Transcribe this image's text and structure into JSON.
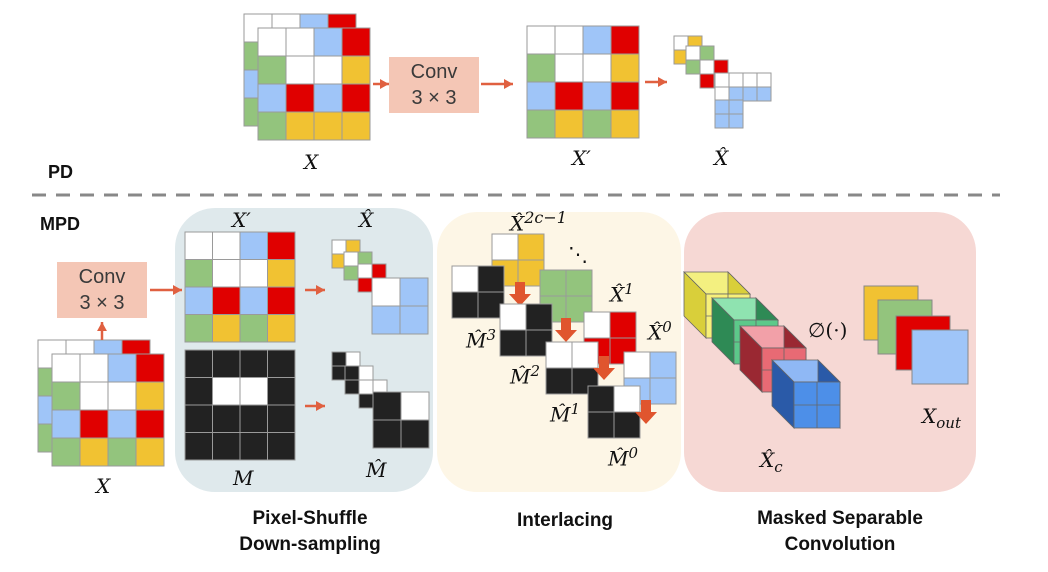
{
  "colors": {
    "white": "#ffffff",
    "green": "#93c47d",
    "blue": "#9fc5f8",
    "red": "#e00000",
    "yellow": "#f1c232",
    "black": "#222222",
    "conv_fill": "#f4c6b5",
    "arrow": "#e06040",
    "panel_pixel_shuffle": "#dfe9ec",
    "panel_interlacing": "#fdf6e6",
    "panel_masked": "#f6d8d4"
  },
  "pd": {
    "section_label": "PD",
    "conv": {
      "line1": "Conv",
      "line2": "3 × 3"
    },
    "x_label": "X",
    "xprime_label": "X′",
    "xhat_label": "X̂"
  },
  "mpd": {
    "section_label": "MPD",
    "conv": {
      "line1": "Conv",
      "line2": "3 × 3"
    },
    "x_label": "X",
    "xprime_label": "X′",
    "xhat_label": "X̂",
    "m_label": "M",
    "mhat_label": "M̂",
    "interlacing": {
      "top_label": "X̂",
      "top_sup": "2c−1",
      "dots": "⋱",
      "x1_label": "X̂",
      "x1_sup": "1",
      "x0_label": "X̂",
      "x0_sup": "0",
      "m3_label": "M̂",
      "m3_sup": "3",
      "m2_label": "M̂",
      "m2_sup": "2",
      "m1_label": "M̂",
      "m1_sup": "1",
      "m0_label": "M̂",
      "m0_sup": "0"
    },
    "masked": {
      "phi_label": "∅(·)",
      "xc_label": "X̂",
      "xc_sub": "c",
      "xout_label": "X",
      "xout_sub": "out"
    }
  },
  "captions": {
    "pixel_shuffle_line1": "Pixel-Shuffle",
    "pixel_shuffle_line2": "Down-sampling",
    "interlacing": "Interlacing",
    "masked_line1": "Masked Separable",
    "masked_line2": "Convolution"
  }
}
